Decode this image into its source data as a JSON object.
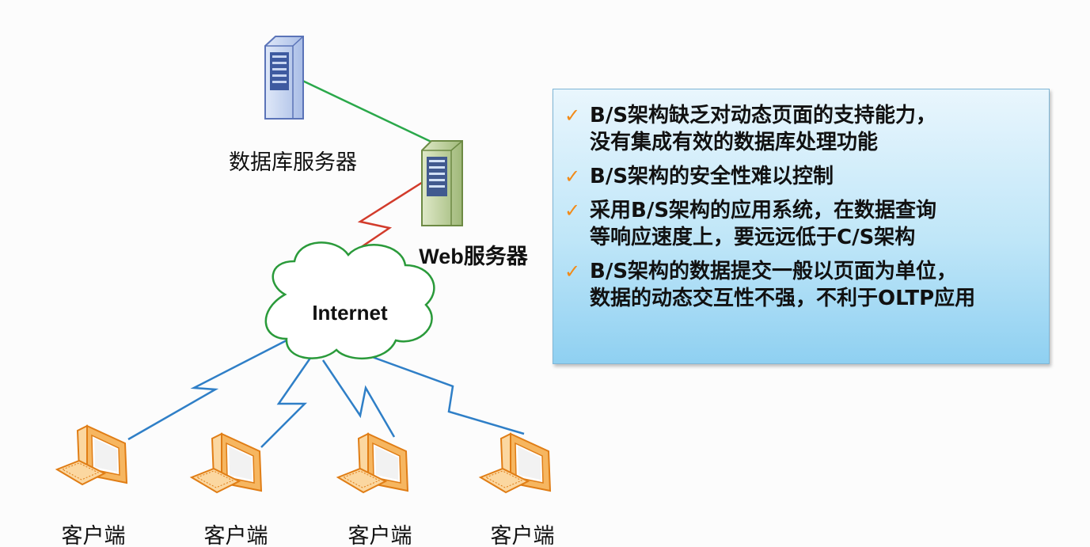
{
  "labels": {
    "db_server": "数据库服务器",
    "web_server": "Web服务器",
    "internet": "Internet",
    "clients": [
      "客户端",
      "客户端",
      "客户端",
      "客户端"
    ]
  },
  "info_box": {
    "check_glyph": "✓",
    "items": [
      "B/S架构缺乏对动态页面的支持能力，\n没有集成有效的数据库处理功能",
      "B/S架构的安全性难以控制",
      "采用B/S架构的应用系统，在数据查询\n等响应速度上，要远远低于C/S架构",
      "B/S架构的数据提交一般以页面为单位，\n数据的动态交互性不强，不利于OLTP应用"
    ]
  },
  "colors": {
    "db_link": "#2aa84a",
    "web_link": "#d23b2b",
    "client_link": "#2f7fc7",
    "cloud_stroke": "#2a9a3a",
    "check": "#f28a17",
    "monitor": "#f39a2c"
  }
}
